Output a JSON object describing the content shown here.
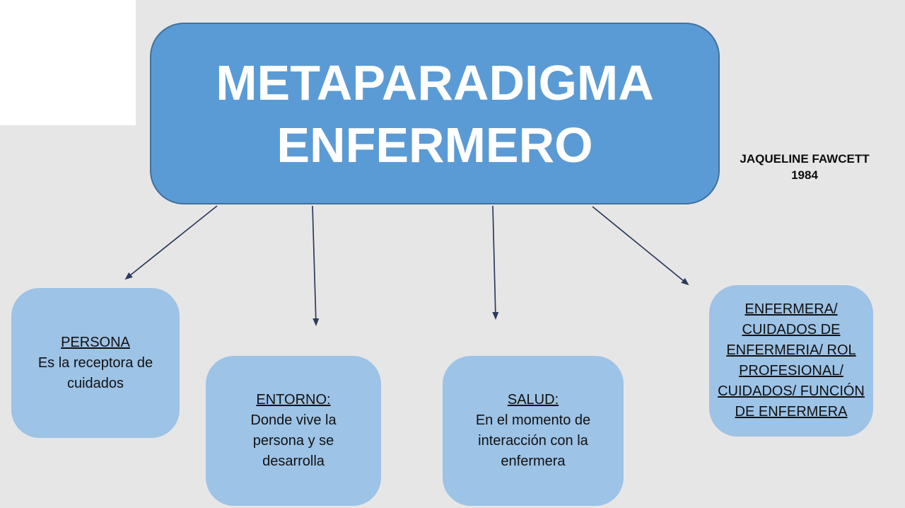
{
  "canvas": {
    "background_color": "#E7E6E6"
  },
  "root_node": {
    "title": "METAPARADIGMA\nENFERMERO",
    "fill_color": "#5B9BD5",
    "border_color": "#41719C",
    "text_color": "#FFFFFF"
  },
  "attribution": {
    "text": "JAQUELINE FAWCETT\n1984"
  },
  "child_nodes": [
    {
      "id": "persona",
      "heading": "PERSONA",
      "body": "Es la receptora de\ncuidados",
      "fill_color": "#9DC3E6"
    },
    {
      "id": "entorno",
      "heading": "ENTORNO:",
      "body": "Donde vive la\npersona y se\ndesarrolla",
      "fill_color": "#9DC3E6"
    },
    {
      "id": "salud",
      "heading": "SALUD:",
      "body": "En el momento de\ninteracción con la\nenfermera",
      "fill_color": "#9DC3E6"
    },
    {
      "id": "enfermera",
      "heading": "ENFERMERA/\nCUIDADOS DE\nENFERMERIA/ ROL\nPROFESIONAL/\nCUIDADOS/ FUNCIÓN\nDE ENFERMERA",
      "body": "",
      "fill_color": "#9DC3E6"
    }
  ],
  "connectors": {
    "color": "#2B3B5E",
    "count": 4,
    "links": [
      {
        "from": "metaparadigma-enfermero",
        "to": "persona"
      },
      {
        "from": "metaparadigma-enfermero",
        "to": "entorno"
      },
      {
        "from": "metaparadigma-enfermero",
        "to": "salud"
      },
      {
        "from": "metaparadigma-enfermero",
        "to": "enfermera"
      }
    ]
  }
}
